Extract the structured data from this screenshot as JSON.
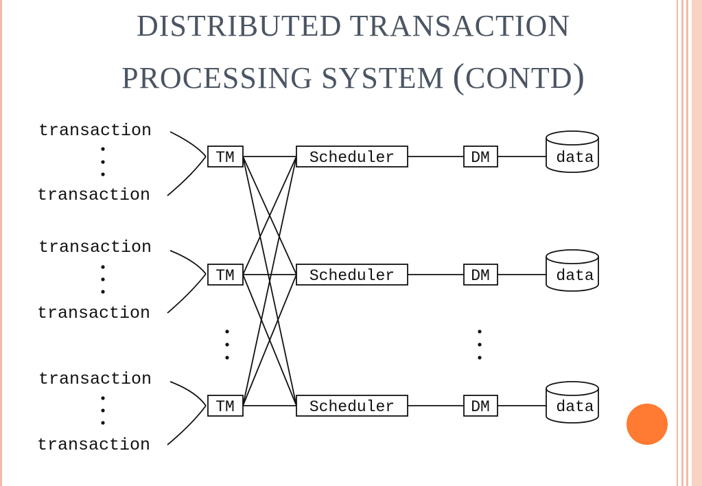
{
  "slide": {
    "title_line_1": "DISTRIBUTED TRANSACTION",
    "title_line_2_main": "PROCESSING SYSTEM ",
    "title_line_2_paren_open": "(",
    "title_line_2_inner": "CONTD",
    "title_line_2_paren_close": ")",
    "accent_color": "#ff7a33",
    "stripe_colors": [
      "#f4b9a2",
      "#f8d3c4"
    ]
  },
  "diagram": {
    "transaction_label": "transaction",
    "tm_label": "TM",
    "scheduler_label": "Scheduler",
    "dm_label": "DM",
    "data_label": "data",
    "rows": [
      {
        "transaction_top": "transaction",
        "transaction_bottom": "transaction",
        "tm": "TM",
        "scheduler": "Scheduler",
        "dm": "DM",
        "data": "data"
      },
      {
        "transaction_top": "transaction",
        "transaction_bottom": "transaction",
        "tm": "TM",
        "scheduler": "Scheduler",
        "dm": "DM",
        "data": "data"
      },
      {
        "transaction_top": "transaction",
        "transaction_bottom": "transaction",
        "tm": "TM",
        "scheduler": "Scheduler",
        "dm": "DM",
        "data": "data"
      }
    ]
  }
}
